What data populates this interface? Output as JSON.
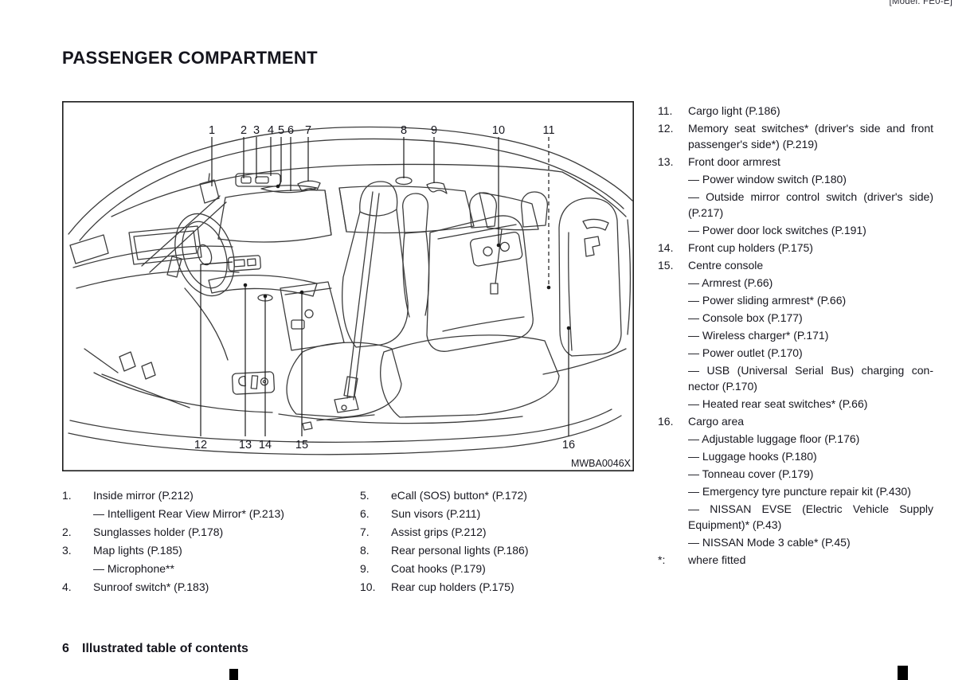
{
  "header": {
    "model_tag": "[Model: FE0-E]"
  },
  "page_title": "PASSENGER COMPARTMENT",
  "figure": {
    "image_code": "MWBA0046X",
    "callouts": [
      "1",
      "2",
      "3",
      "4",
      "5",
      "6",
      "7",
      "8",
      "9",
      "10",
      "11",
      "12",
      "13",
      "14",
      "15",
      "16"
    ]
  },
  "list_left": {
    "rows": [
      {
        "num": "1.",
        "text": "Inside mirror (P.212)"
      },
      {
        "num": "",
        "text": "— Intelligent Rear View Mirror* (P.213)"
      },
      {
        "num": "2.",
        "text": "Sunglasses holder (P.178)"
      },
      {
        "num": "3.",
        "text": "Map lights (P.185)"
      },
      {
        "num": "",
        "text": "— Microphone**"
      },
      {
        "num": "4.",
        "text": "Sunroof switch* (P.183)"
      }
    ]
  },
  "list_middle": {
    "rows": [
      {
        "num": "5.",
        "text": "eCall (SOS) button* (P.172)"
      },
      {
        "num": "6.",
        "text": "Sun visors (P.211)"
      },
      {
        "num": "7.",
        "text": "Assist grips (P.212)"
      },
      {
        "num": "8.",
        "text": "Rear personal lights (P.186)"
      },
      {
        "num": "9.",
        "text": "Coat hooks (P.179)"
      },
      {
        "num": "10.",
        "text": "Rear cup holders (P.175)"
      }
    ]
  },
  "list_right": {
    "rows": [
      {
        "num": "11.",
        "text": "Cargo light (P.186)"
      },
      {
        "num": "12.",
        "text": "Memory seat switches* (driver's side and front passenger's side*) (P.219)"
      },
      {
        "num": "13.",
        "text": "Front door armrest"
      },
      {
        "num": "",
        "text": "— Power window switch (P.180)"
      },
      {
        "num": "",
        "text": "— Outside mirror control switch (driver's side) (P.217)"
      },
      {
        "num": "",
        "text": "— Power door lock switches (P.191)"
      },
      {
        "num": "14.",
        "text": "Front cup holders (P.175)"
      },
      {
        "num": "15.",
        "text": "Centre console"
      },
      {
        "num": "",
        "text": "— Armrest (P.66)"
      },
      {
        "num": "",
        "text": "— Power sliding armrest* (P.66)"
      },
      {
        "num": "",
        "text": "— Console box (P.177)"
      },
      {
        "num": "",
        "text": "— Wireless charger* (P.171)"
      },
      {
        "num": "",
        "text": "— Power outlet (P.170)"
      },
      {
        "num": "",
        "text": "— USB (Universal Serial Bus) charging con­nector (P.170)"
      },
      {
        "num": "",
        "text": "— Heated rear seat switches* (P.66)"
      },
      {
        "num": "16.",
        "text": "Cargo area"
      },
      {
        "num": "",
        "text": "— Adjustable luggage floor (P.176)"
      },
      {
        "num": "",
        "text": "— Luggage hooks (P.180)"
      },
      {
        "num": "",
        "text": "— Tonneau cover (P.179)"
      },
      {
        "num": "",
        "text": "— Emergency tyre puncture repair kit (P.430)"
      },
      {
        "num": "",
        "text": "— NISSAN EVSE (Electric Vehicle Supply Equipment)* (P.43)"
      },
      {
        "num": "",
        "text": "— NISSAN Mode 3 cable* (P.45)"
      },
      {
        "num": "*:",
        "text": "where fitted"
      }
    ]
  },
  "footer": {
    "page_number": "6",
    "section_title": "Illustrated table of contents"
  }
}
